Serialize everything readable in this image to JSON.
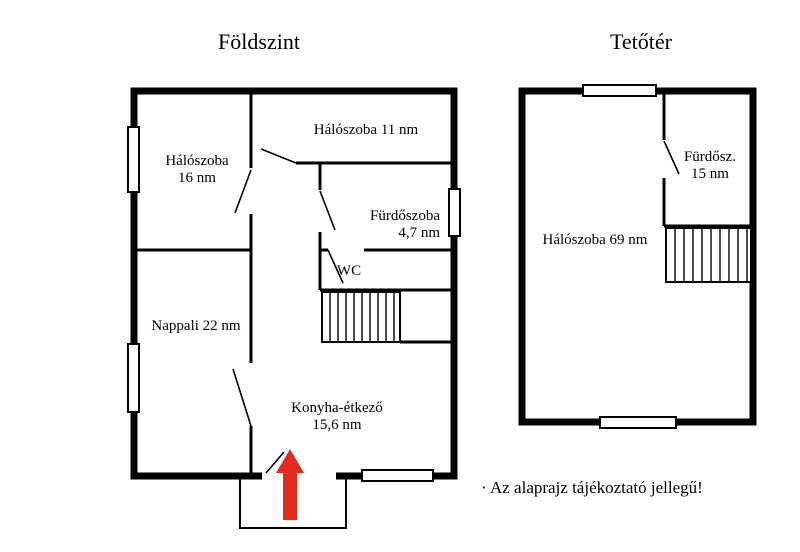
{
  "ground_floor": {
    "title": "Földszint",
    "rooms": {
      "bedroom_16": {
        "line1": "Hálószoba",
        "line2": "16 nm"
      },
      "bedroom_11": {
        "line1": "Hálószoba 11 nm"
      },
      "bathroom": {
        "line1": "Fürdőszoba",
        "line2": "4,7 nm"
      },
      "wc": {
        "line1": "WC"
      },
      "living_room": {
        "line1": "Nappali 22 nm"
      },
      "kitchen_dining": {
        "line1": "Konyha-étkező",
        "line2": "15,6 nm"
      }
    }
  },
  "attic": {
    "title": "Tetőtér",
    "rooms": {
      "bathroom": {
        "line1": "Fürdősz.",
        "line2": "15 nm"
      },
      "bedroom_69": {
        "line1": "Hálószoba 69 nm"
      }
    }
  },
  "note": "· Az alaprajz tájékoztató jellegű!",
  "colors": {
    "wall": "#000000",
    "arrow": "#e32b1e",
    "background": "#ffffff"
  }
}
